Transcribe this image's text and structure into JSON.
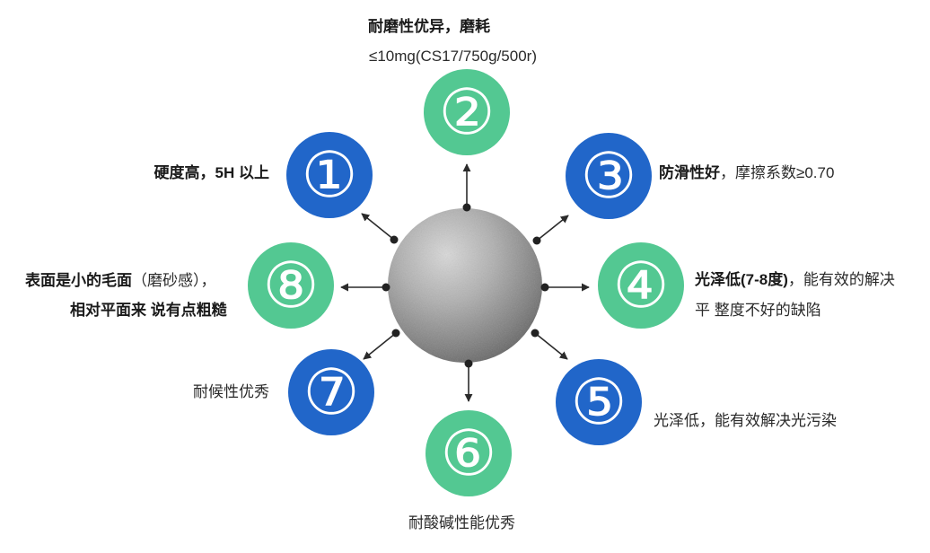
{
  "nodes": [
    {
      "number": "①",
      "color": "#2166c9",
      "label": [
        "硬度高，5H 以上"
      ]
    },
    {
      "number": "②",
      "color": "#53c892",
      "label": [
        "耐磨性优异，磨耗",
        "≤10mg(CS17/750g/500r)"
      ]
    },
    {
      "number": "③",
      "color": "#2166c9",
      "label": [
        "防滑性好",
        "，摩擦系数≥0.70"
      ]
    },
    {
      "number": "④",
      "color": "#53c892",
      "label": [
        "光泽低(7-8度)",
        "，能有效的解决",
        "平 整度不好的缺陷"
      ]
    },
    {
      "number": "⑤",
      "color": "#2166c9",
      "label": [
        "光泽低，能有效解决光污染"
      ]
    },
    {
      "number": "⑥",
      "color": "#53c892",
      "label": [
        "耐酸碱性能优秀"
      ]
    },
    {
      "number": "⑦",
      "color": "#2166c9",
      "label": [
        "耐候性优秀"
      ]
    },
    {
      "number": "⑧",
      "color": "#53c892",
      "label": [
        "表面是小的毛面",
        "（磨砂感），",
        "相对平面来 说有点粗糙"
      ]
    }
  ]
}
